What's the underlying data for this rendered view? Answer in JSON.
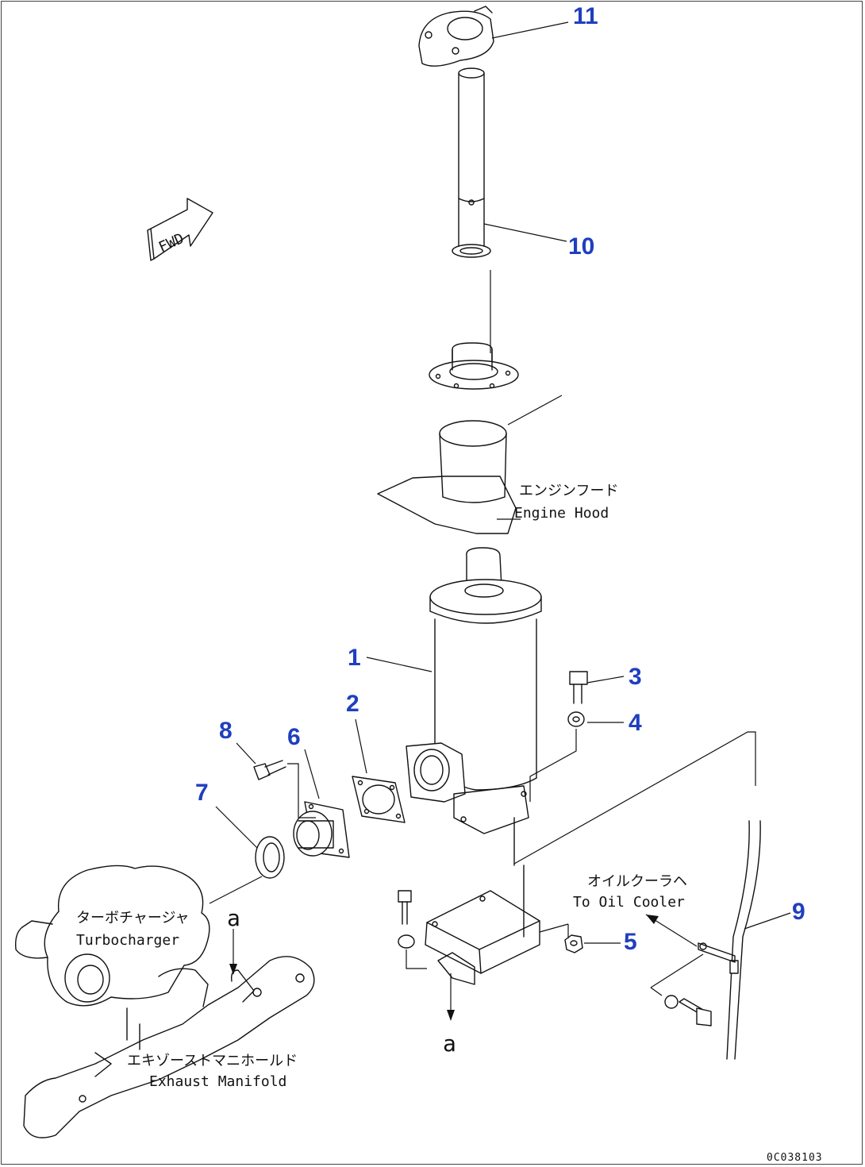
{
  "fwd_label": "FWD",
  "callouts": {
    "c1": "1",
    "c2": "2",
    "c3": "3",
    "c4": "4",
    "c5": "5",
    "c6": "6",
    "c7": "7",
    "c8": "8",
    "c9": "9",
    "c10": "10",
    "c11": "11"
  },
  "notes": {
    "engine_hood_jp": "エンジンフード",
    "engine_hood_en": "Engine Hood",
    "oil_cooler_jp": "オイルクーラヘ",
    "oil_cooler_en": "To Oil Cooler",
    "turbocharger_jp": "ターボチャージャ",
    "turbocharger_en": "Turbocharger",
    "exhaust_manifold_jp": "エキゾーストマニホールド",
    "exhaust_manifold_en": "Exhaust Manifold"
  },
  "refs": {
    "a_top": "a",
    "a_bottom": "a"
  },
  "drawing_code": "0C038103",
  "colors": {
    "callout": "#1f3fbf",
    "line": "#111111"
  }
}
